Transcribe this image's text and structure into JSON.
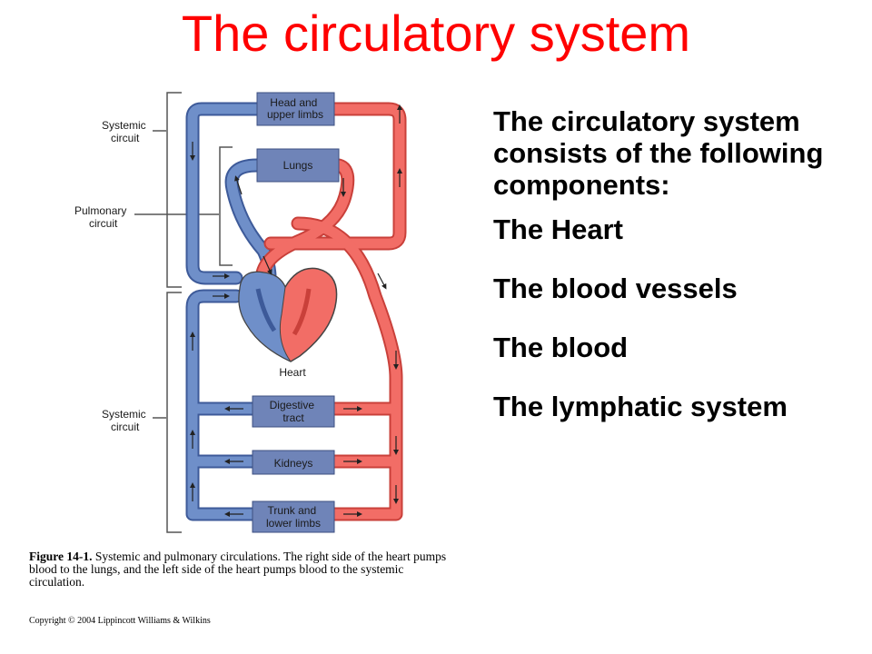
{
  "title": "The circulatory system",
  "diagram": {
    "side_labels": {
      "systemic_top": [
        "Systemic",
        "circuit"
      ],
      "pulmonary": [
        "Pulmonary",
        "circuit"
      ],
      "systemic_bottom": [
        "Systemic",
        "circuit"
      ]
    },
    "organs": {
      "head": [
        "Head and",
        "upper limbs"
      ],
      "lungs": "Lungs",
      "heart": "Heart",
      "digestive": [
        "Digestive",
        "tract"
      ],
      "kidneys": "Kidneys",
      "trunk": [
        "Trunk and",
        "lower limbs"
      ]
    },
    "colors": {
      "deoxygenated": "#6f8fc9",
      "oxygenated": "#f26d66",
      "organ_box": "#6f84b8"
    }
  },
  "caption": {
    "label": "Figure 14-1.",
    "text": " Systemic and pulmonary circulations. The right side of the heart pumps blood to the lungs, and the left side of the heart pumps blood to the systemic circulation."
  },
  "copyright": "Copyright © 2004 Lippincott Williams & Wilkins",
  "components": {
    "intro": "The circulatory system consists of the following components:",
    "items": [
      "The Heart",
      "The blood vessels",
      "The blood",
      "The lymphatic system"
    ]
  }
}
